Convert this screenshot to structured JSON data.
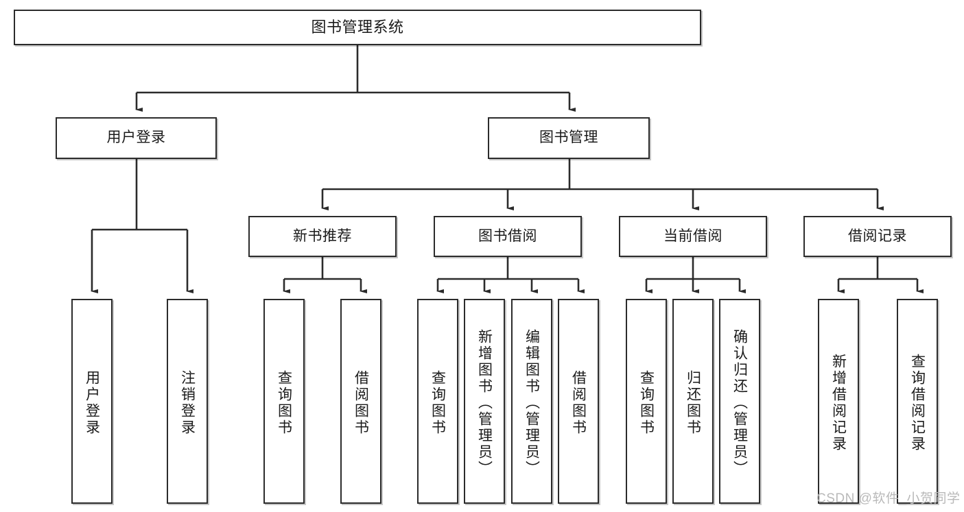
{
  "diagram": {
    "title": "图书管理系统",
    "watermark": "CSDN @软件_小贺同学",
    "colors": {
      "stroke": "#2b2b2b",
      "fill": "#ffffff",
      "text": "#1a1a1a",
      "watermark": "#b9b9b9",
      "background": "#ffffff"
    },
    "nodes": {
      "root": {
        "label": "图书管理系统"
      },
      "level2": [
        {
          "label": "用户登录"
        },
        {
          "label": "图书管理"
        }
      ],
      "level3": [
        {
          "label": "新书推荐"
        },
        {
          "label": "图书借阅"
        },
        {
          "label": "当前借阅"
        },
        {
          "label": "借阅记录"
        }
      ],
      "leaves": {
        "user_login": [
          {
            "label": "用户登录"
          },
          {
            "label": "注销登录"
          }
        ],
        "new_book": [
          {
            "label": "查询图书"
          },
          {
            "label": "借阅图书"
          }
        ],
        "book_borrow": [
          {
            "label": "查询图书"
          },
          {
            "label": "新增图书（管理员）"
          },
          {
            "label": "编辑图书（管理员）"
          },
          {
            "label": "借阅图书"
          }
        ],
        "current_borrow": [
          {
            "label": "查询图书"
          },
          {
            "label": "归还图书"
          },
          {
            "label": "确认归还（管理员）"
          }
        ],
        "borrow_record": [
          {
            "label": "新增借阅记录"
          },
          {
            "label": "查询借阅记录"
          }
        ]
      }
    }
  }
}
